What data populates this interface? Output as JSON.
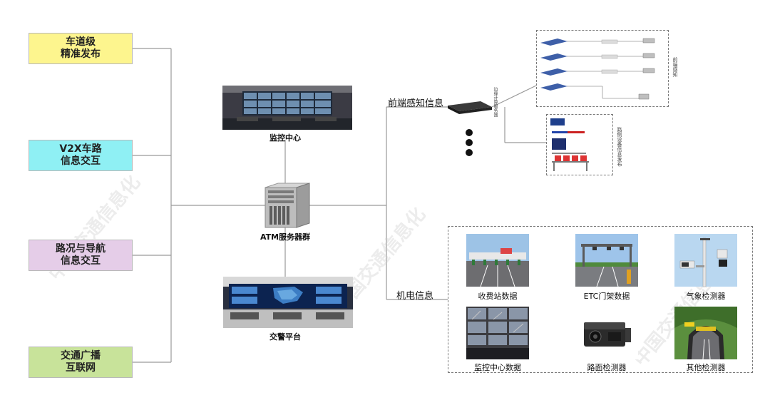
{
  "left_boxes": [
    {
      "line1": "车道级",
      "line2": "精准发布",
      "color": "#fdf58e"
    },
    {
      "line1": "V2X车路",
      "line2": "信息交互",
      "color": "#8ff0f4"
    },
    {
      "line1": "路况与导航",
      "line2": "信息交互",
      "color": "#e5cde8"
    },
    {
      "line1": "交通广播",
      "line2": "互联网",
      "color": "#c8e39a"
    }
  ],
  "center": {
    "monitor_center": "监控中心",
    "server": "ATM服务器群",
    "police": "交警平台"
  },
  "right": {
    "front_sensing_info": "前端感知信息",
    "edge_device": "边缘计算服务器",
    "front_sensing_box": "前端感知",
    "roadside_box": "路侧设备信息发布",
    "mech_info": "机电信息"
  },
  "grid": [
    {
      "label": "收费站数据",
      "icon": "toll-station-photo"
    },
    {
      "label": "ETC门架数据",
      "icon": "etc-gantry-photo"
    },
    {
      "label": "气象检测器",
      "icon": "weather-detector-photo"
    },
    {
      "label": "监控中心数据",
      "icon": "monitor-center-photo"
    },
    {
      "label": "路面检测器",
      "icon": "road-detector-photo"
    },
    {
      "label": "其他检测器",
      "icon": "other-detector-photo"
    }
  ],
  "watermark": "中国交通信息化"
}
